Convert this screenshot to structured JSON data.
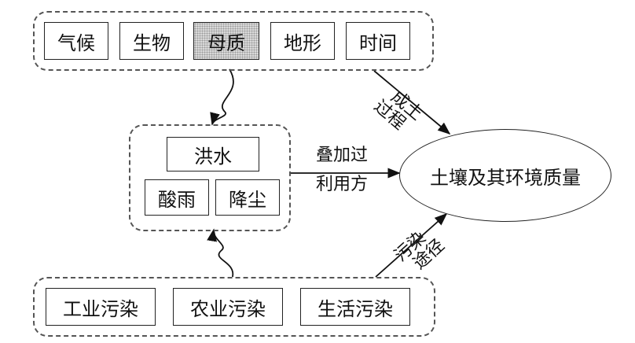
{
  "factors": [
    "气候",
    "生物",
    "母质",
    "地形",
    "时间"
  ],
  "hazards": {
    "top": "洪水",
    "bottom_left": "酸雨",
    "bottom_right": "降尘"
  },
  "pollution_sources": [
    "工业污染",
    "农业污染",
    "生活污染"
  ],
  "target": "土壤及其环境质量",
  "edge_labels": {
    "soil_forming": [
      "成土",
      "过程"
    ],
    "overlay": [
      "叠加过",
      "利用方"
    ],
    "pollution_path": [
      "污染",
      "途径"
    ]
  }
}
